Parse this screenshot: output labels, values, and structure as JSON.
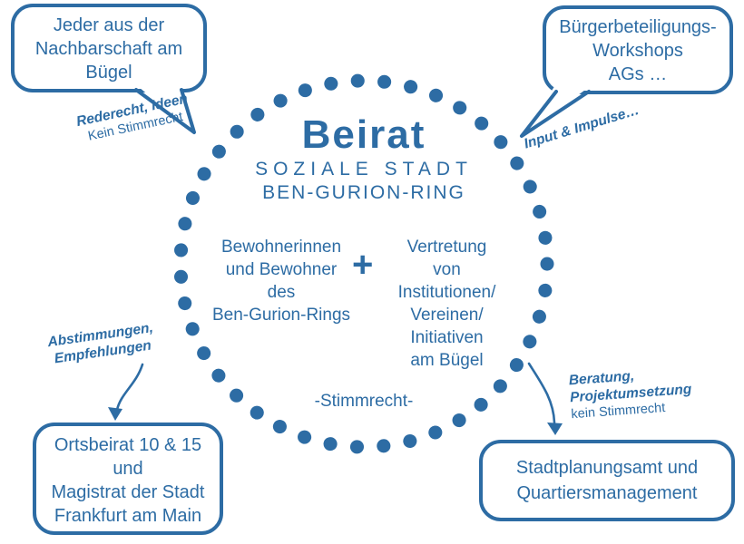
{
  "colors": {
    "brand": "#2d6ca4"
  },
  "center": {
    "title": "Beirat",
    "subtitle1": "SOZIALE STADT",
    "subtitle2": "BEN-GURION-RING",
    "left_group": {
      "lines": [
        "Bewohnerinnen",
        "und Bewohner",
        "des",
        "Ben-Gurion-Rings"
      ]
    },
    "plus": "+",
    "right_group": {
      "lines": [
        "Vertretung",
        "von",
        "Institutionen/",
        "Vereinen/",
        "Initiativen",
        "am Bügel"
      ]
    },
    "voting_note": "-Stimmrecht-"
  },
  "bubbles": {
    "top_left": {
      "lines": [
        "Jeder aus der",
        "Nachbarschaft am",
        "Bügel"
      ]
    },
    "top_right": {
      "lines": [
        "Bürgerbeteiligungs-",
        "Workshops",
        "AGs …"
      ]
    },
    "bottom_left": {
      "lines": [
        "Ortsbeirat 10 & 15",
        "und",
        "Magistrat der Stadt",
        "Frankfurt am Main"
      ]
    },
    "bottom_right": {
      "lines": [
        "Stadtplanungsamt und",
        "Quartiersmanagement"
      ]
    }
  },
  "annotations": {
    "top_left": {
      "bold": "Rederecht, Ideen",
      "normal": "Kein Stimmrecht"
    },
    "top_right": {
      "bold": "Input & Impulse…"
    },
    "bottom_left": {
      "bold1": "Abstimmungen,",
      "bold2": "Empfehlungen"
    },
    "bottom_right": {
      "bold1": "Beratung,",
      "bold2": "Projektumsetzung",
      "normal": "kein Stimmrecht"
    }
  }
}
